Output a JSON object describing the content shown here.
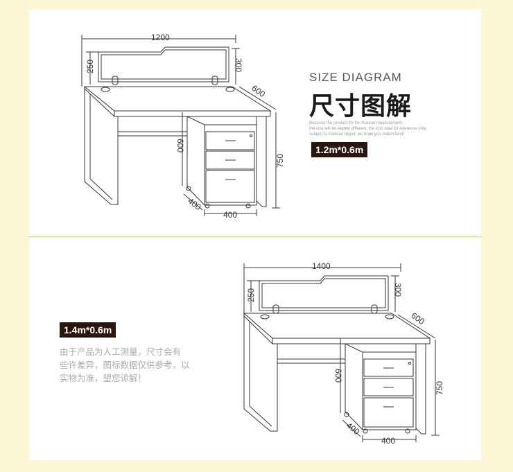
{
  "heading": {
    "en": "SIZE DIAGRAM",
    "cn": "尺寸图解",
    "note_en": [
      "Because the product for the manual measurement,",
      "the size will be slightly different, the icon data for reference only,",
      "subject to material object, we hope you understand!"
    ]
  },
  "desk_1": {
    "badge": "1.2m*0.6m",
    "width": "1200",
    "screen_height": "250",
    "screen_top": "300",
    "depth": "600",
    "cabinet_height": "600",
    "total_height": "750",
    "cabinet_depth": "400",
    "cabinet_width": "400"
  },
  "desk_2": {
    "badge": "1.4m*0.6m",
    "width": "1400",
    "screen_height": "250",
    "screen_top": "300",
    "depth": "600",
    "cabinet_height": "600",
    "total_height": "750",
    "cabinet_depth": "400",
    "cabinet_width": "400"
  },
  "note_cn": [
    "由于产品为人工测量，尺寸会有",
    "些许差异，图标数据仅供参考，以",
    "实物为准，望您谅解！"
  ],
  "colors": {
    "background": "#fbf6d4",
    "panel": "#ffffff",
    "badge": "#2b150c",
    "line": "#333333"
  }
}
